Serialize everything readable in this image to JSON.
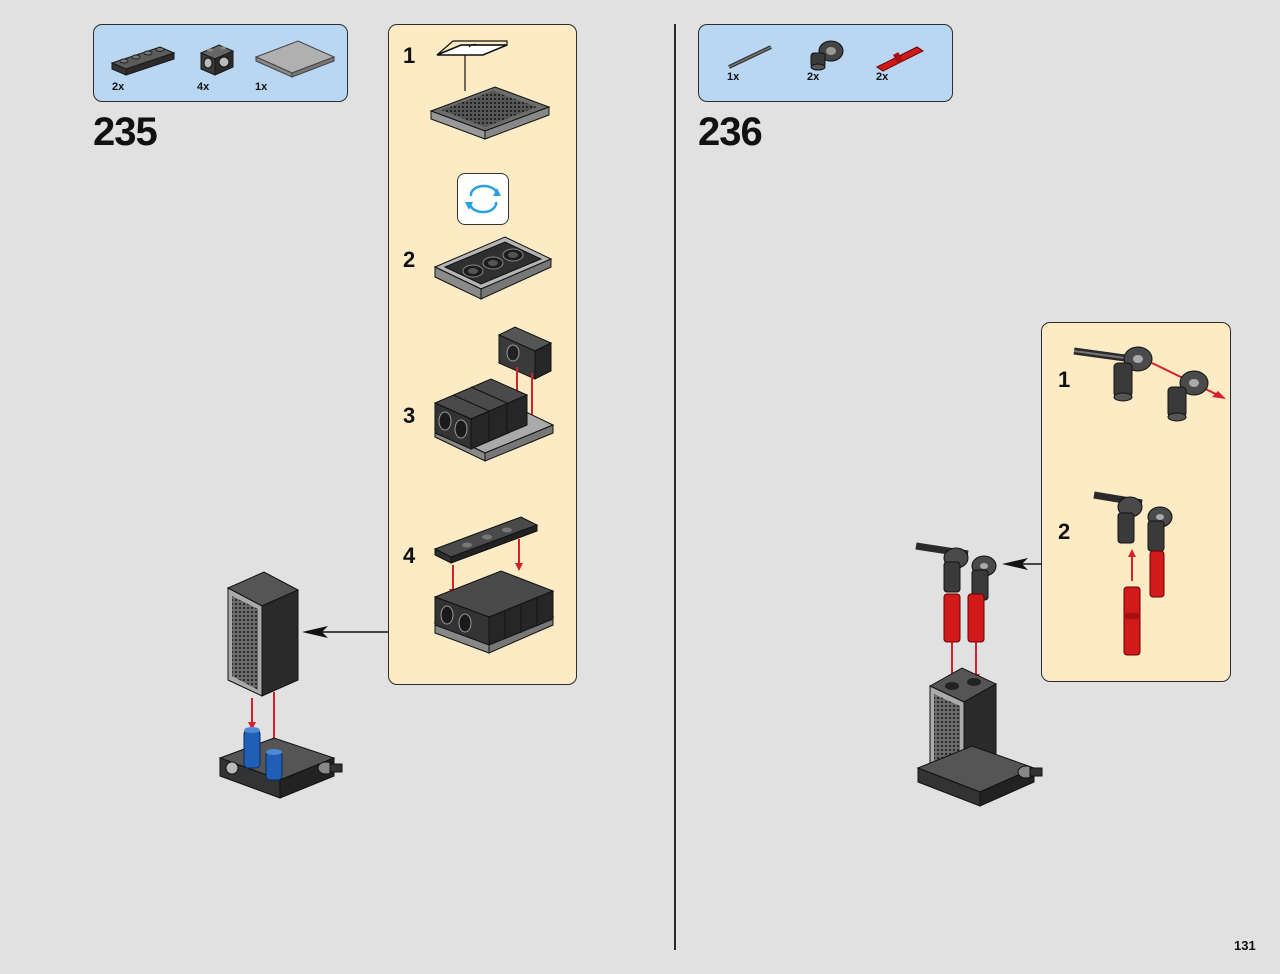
{
  "page": {
    "number": "131"
  },
  "step_235": {
    "number": "235",
    "parts": [
      {
        "qty": "2x",
        "icon": "dark-gray-plate-1x4-icon"
      },
      {
        "qty": "4x",
        "icon": "dark-gray-technic-brick-icon"
      },
      {
        "qty": "1x",
        "icon": "light-gray-tile-icon"
      }
    ],
    "substeps": [
      {
        "number": "1",
        "icon": "sticker-on-tile-icon"
      },
      {
        "number": "2",
        "icon": "plate-with-holes-icon"
      },
      {
        "number": "3",
        "icon": "technic-bricks-assembly-icon"
      },
      {
        "number": "4",
        "icon": "plate-on-bricks-icon"
      }
    ],
    "rotate_icon": "rotate-model-icon"
  },
  "step_236": {
    "number": "236",
    "parts": [
      {
        "qty": "1x",
        "icon": "dark-gray-axle-icon"
      },
      {
        "qty": "2x",
        "icon": "dark-gray-connector-icon"
      },
      {
        "qty": "2x",
        "icon": "red-pin-icon"
      }
    ],
    "substeps": [
      {
        "number": "1",
        "icon": "axle-through-connectors-icon"
      },
      {
        "number": "2",
        "icon": "red-pins-into-connectors-icon"
      }
    ]
  },
  "colors": {
    "page_bg": "#e1e1e1",
    "parts_box": "#b9d6f2",
    "substep_box": "#fdebc6",
    "arrow_red": "#d6212b",
    "brick_dark": "#3c3c3c",
    "pin_blue": "#1f5fb8",
    "pin_red": "#d11a1a"
  }
}
